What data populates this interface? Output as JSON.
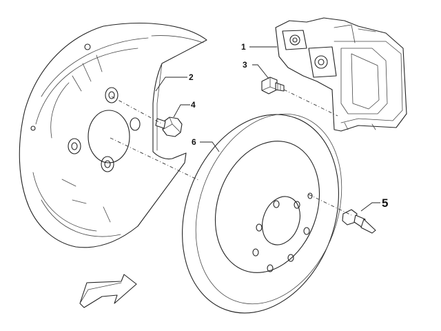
{
  "callouts": [
    {
      "id": "caliper",
      "label": "1"
    },
    {
      "id": "backing-plate",
      "label": "2"
    },
    {
      "id": "caliper-bolt",
      "label": "3"
    },
    {
      "id": "plate-bolt",
      "label": "4"
    },
    {
      "id": "bleed-screw",
      "label": "5"
    },
    {
      "id": "brake-disc",
      "label": "6"
    }
  ],
  "icons": {
    "direction_arrow": "front-direction-arrow-icon"
  }
}
